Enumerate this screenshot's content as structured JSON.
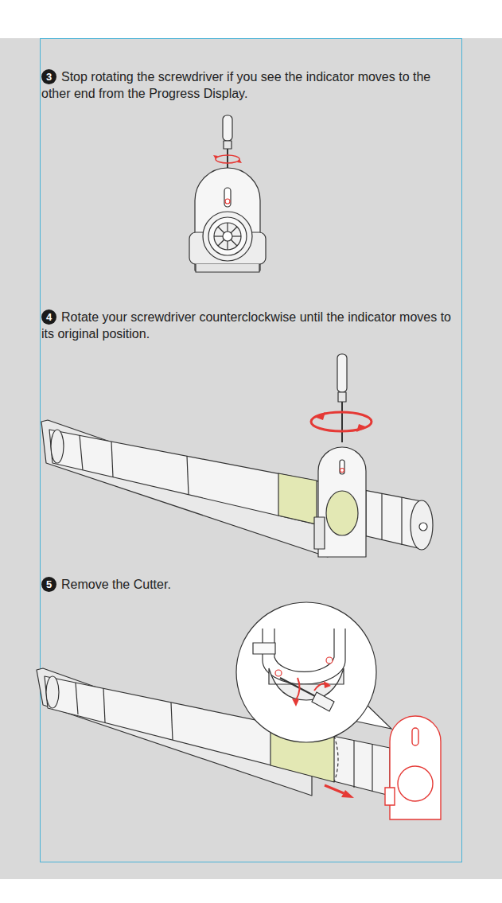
{
  "diagram": {
    "labels": [
      "3",
      "Stop rotating the screwdriver if you see the indicator moves to the other end from the Progress Display.",
      "4",
      "Rotate your screwdriver counterclockwise until the indicator moves to its original position.",
      "5",
      "Remove the Cutter."
    ]
  }
}
